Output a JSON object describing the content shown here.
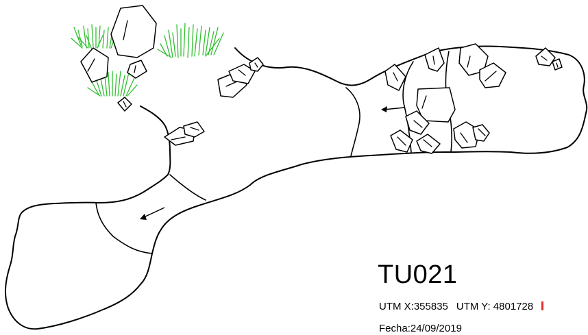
{
  "site": {
    "code": "TU021",
    "utm_x": "UTM X:355835",
    "utm_y": "UTM Y: 4801728",
    "date": "Fecha:24/09/2019"
  },
  "legend": {
    "rock_icon": "rock-icon",
    "vegetation_icon": "grass-icon",
    "flow_icon": "flow-arrow-icon"
  },
  "colors": {
    "outline": "#000000",
    "vegetation": "#2fbf2f",
    "accent_mark": "#e0302a"
  }
}
